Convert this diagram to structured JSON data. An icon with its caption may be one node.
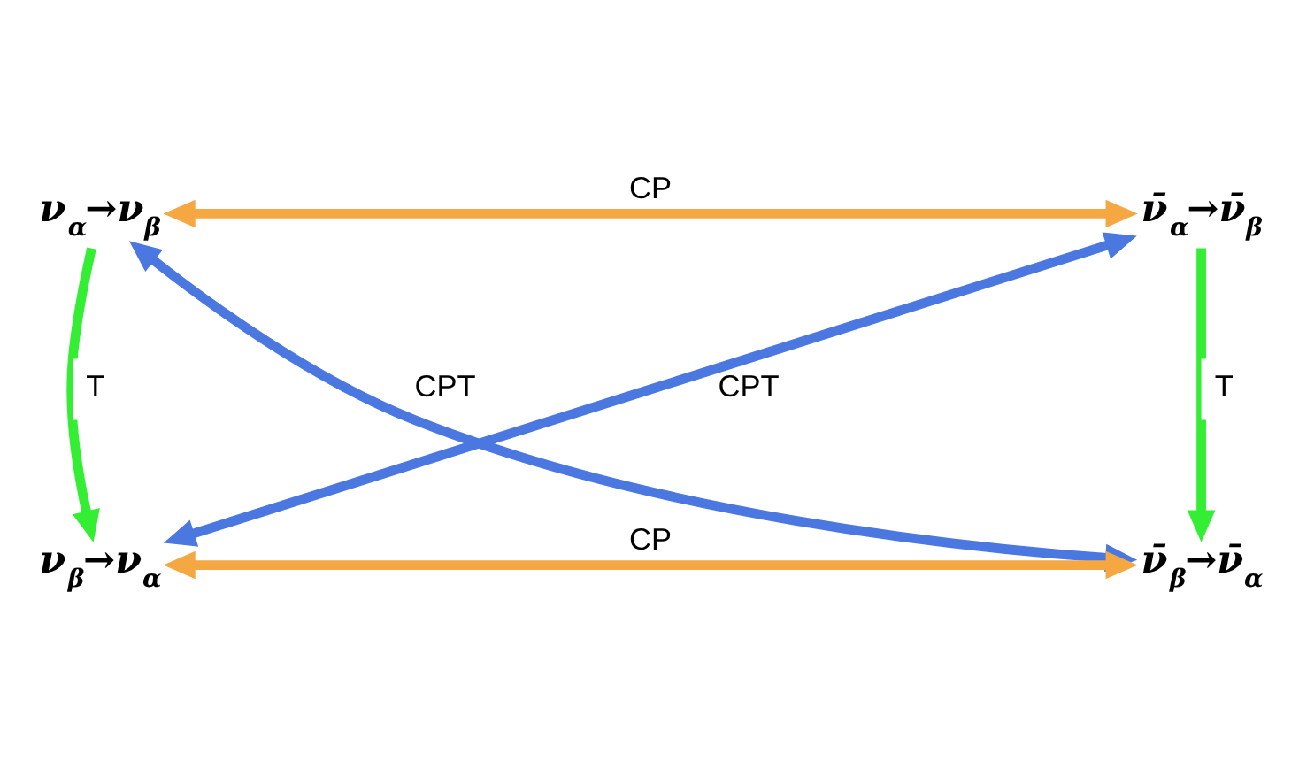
{
  "diagram": {
    "nodes": [
      {
        "text": [
          "ν$_{α}$→ν$_{β}$"
        ]
      },
      {
        "text": [
          "ν̄$_{α}$→ν̄$_{β}$"
        ]
      },
      {
        "text": [
          "ν$_{β}$→ν$_{α}$"
        ]
      },
      {
        "text": [
          "ν̄$_{β}$→ν̄$_{α}$"
        ]
      }
    ],
    "edges": [
      {
        "from": 0,
        "to": 1,
        "arrow": "both",
        "label": "CP",
        "color": "#f5a742"
      },
      {
        "from": 0,
        "to": 2,
        "arrow": "to",
        "label": "T",
        "color": "#33ee33"
      },
      {
        "from": 1,
        "to": 3,
        "arrow": "to",
        "label": "T",
        "color": "#33ee33"
      },
      {
        "from": 0,
        "to": 3,
        "arrow": "both",
        "label": "CPT",
        "color": "#4a78e0"
      },
      {
        "from": 1,
        "to": 2,
        "arrow": "both",
        "label": "CPT",
        "color": "#4a78e0"
      },
      {
        "from": 2,
        "to": 3,
        "arrow": "both",
        "label": "CP",
        "color": "#f5a742"
      }
    ]
  }
}
